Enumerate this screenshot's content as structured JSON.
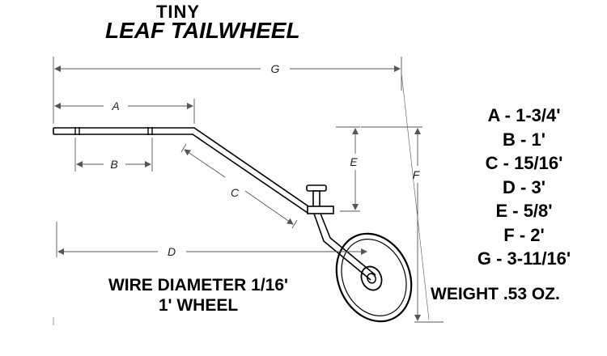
{
  "title": {
    "line1": "TINY",
    "line2": "LEAF TAILWHEEL"
  },
  "dimension_labels": {
    "A": "A",
    "B": "B",
    "C": "C",
    "D": "D",
    "E": "E",
    "F": "F",
    "G": "G"
  },
  "legend": [
    "A - 1-3/4'",
    "B - 1'",
    "C - 15/16'",
    "D - 3'",
    "E - 5/8'",
    "F - 2'",
    "G - 3-11/16'"
  ],
  "notes": {
    "wire_diameter": "WIRE DIAMETER 1/16'",
    "wheel": "1' WHEEL",
    "weight": "WEIGHT .53 OZ."
  },
  "colors": {
    "line": "#000000",
    "dimension": "#555555",
    "background": "#ffffff"
  }
}
